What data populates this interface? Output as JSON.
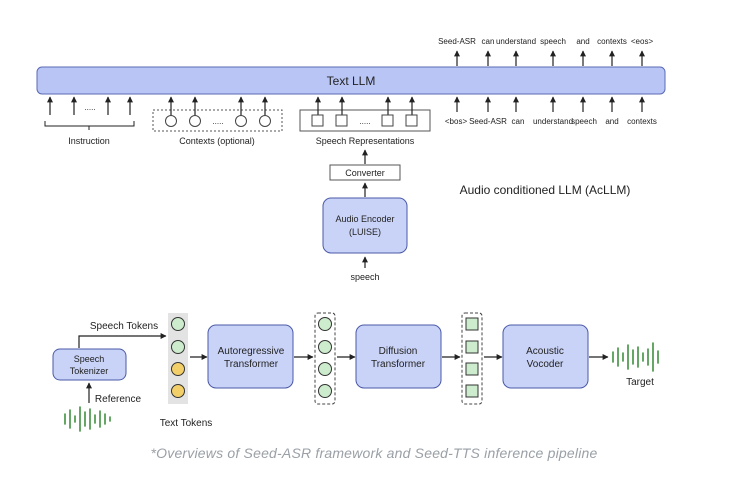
{
  "asr": {
    "llm_label": "Text LLM",
    "output_tokens": [
      "Seed-ASR",
      "can",
      "understand",
      "speech",
      "and",
      "contexts",
      "<eos>"
    ],
    "input_tokens": [
      "<bos>",
      "Seed-ASR",
      "can",
      "understand",
      "speech",
      "and",
      "contexts"
    ],
    "instruction_label": "Instruction",
    "instruction_dots": ".....",
    "contexts_label": "Contexts (optional)",
    "speech_repr_label": "Speech Representations",
    "converter_label": "Converter",
    "encoder_label_line1": "Audio Encoder",
    "encoder_label_line2": "(LUISE)",
    "speech_label": "speech",
    "acllm_label": "Audio conditioned LLM (AcLLM)"
  },
  "tts": {
    "tokenizer_line1": "Speech",
    "tokenizer_line2": "Tokenizer",
    "speech_tokens_label": "Speech Tokens",
    "reference_label": "Reference",
    "text_tokens_label": "Text Tokens",
    "ar_line1": "Autoregressive",
    "ar_line2": "Transformer",
    "diff_line1": "Diffusion",
    "diff_line2": "Transformer",
    "vocoder_line1": "Acoustic",
    "vocoder_line2": "Vocoder",
    "target_label": "Target"
  },
  "caption": "*Overviews of Seed-ASR framework and Seed-TTS inference pipeline",
  "colors": {
    "block_fill": "#c9d3f7",
    "block_stroke": "#4a5aa8",
    "llm_fill": "#b9c6f5",
    "token_green": "#cdeccd",
    "token_yellow": "#f3cf6a",
    "wave_green": "#3f8f3f",
    "caption": "#9aa0a6"
  }
}
